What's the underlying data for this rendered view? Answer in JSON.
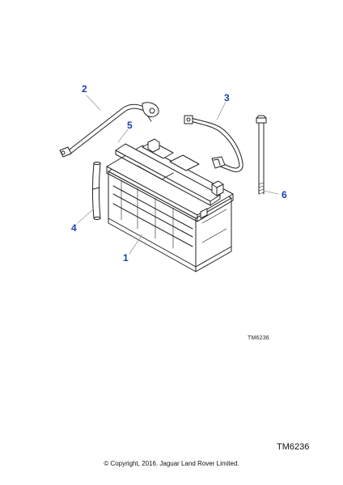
{
  "callouts": [
    "1",
    "2",
    "3",
    "4",
    "5",
    "6"
  ],
  "figure_ref_small": "TM6236",
  "figure_ref_large": "TM6236",
  "copyright": "© Copyright, 2016. Jaguar Land Rover Limited.",
  "colors": {
    "callout": "#1a3fb0",
    "line": "#222222",
    "leader": "#9a9a9a"
  }
}
